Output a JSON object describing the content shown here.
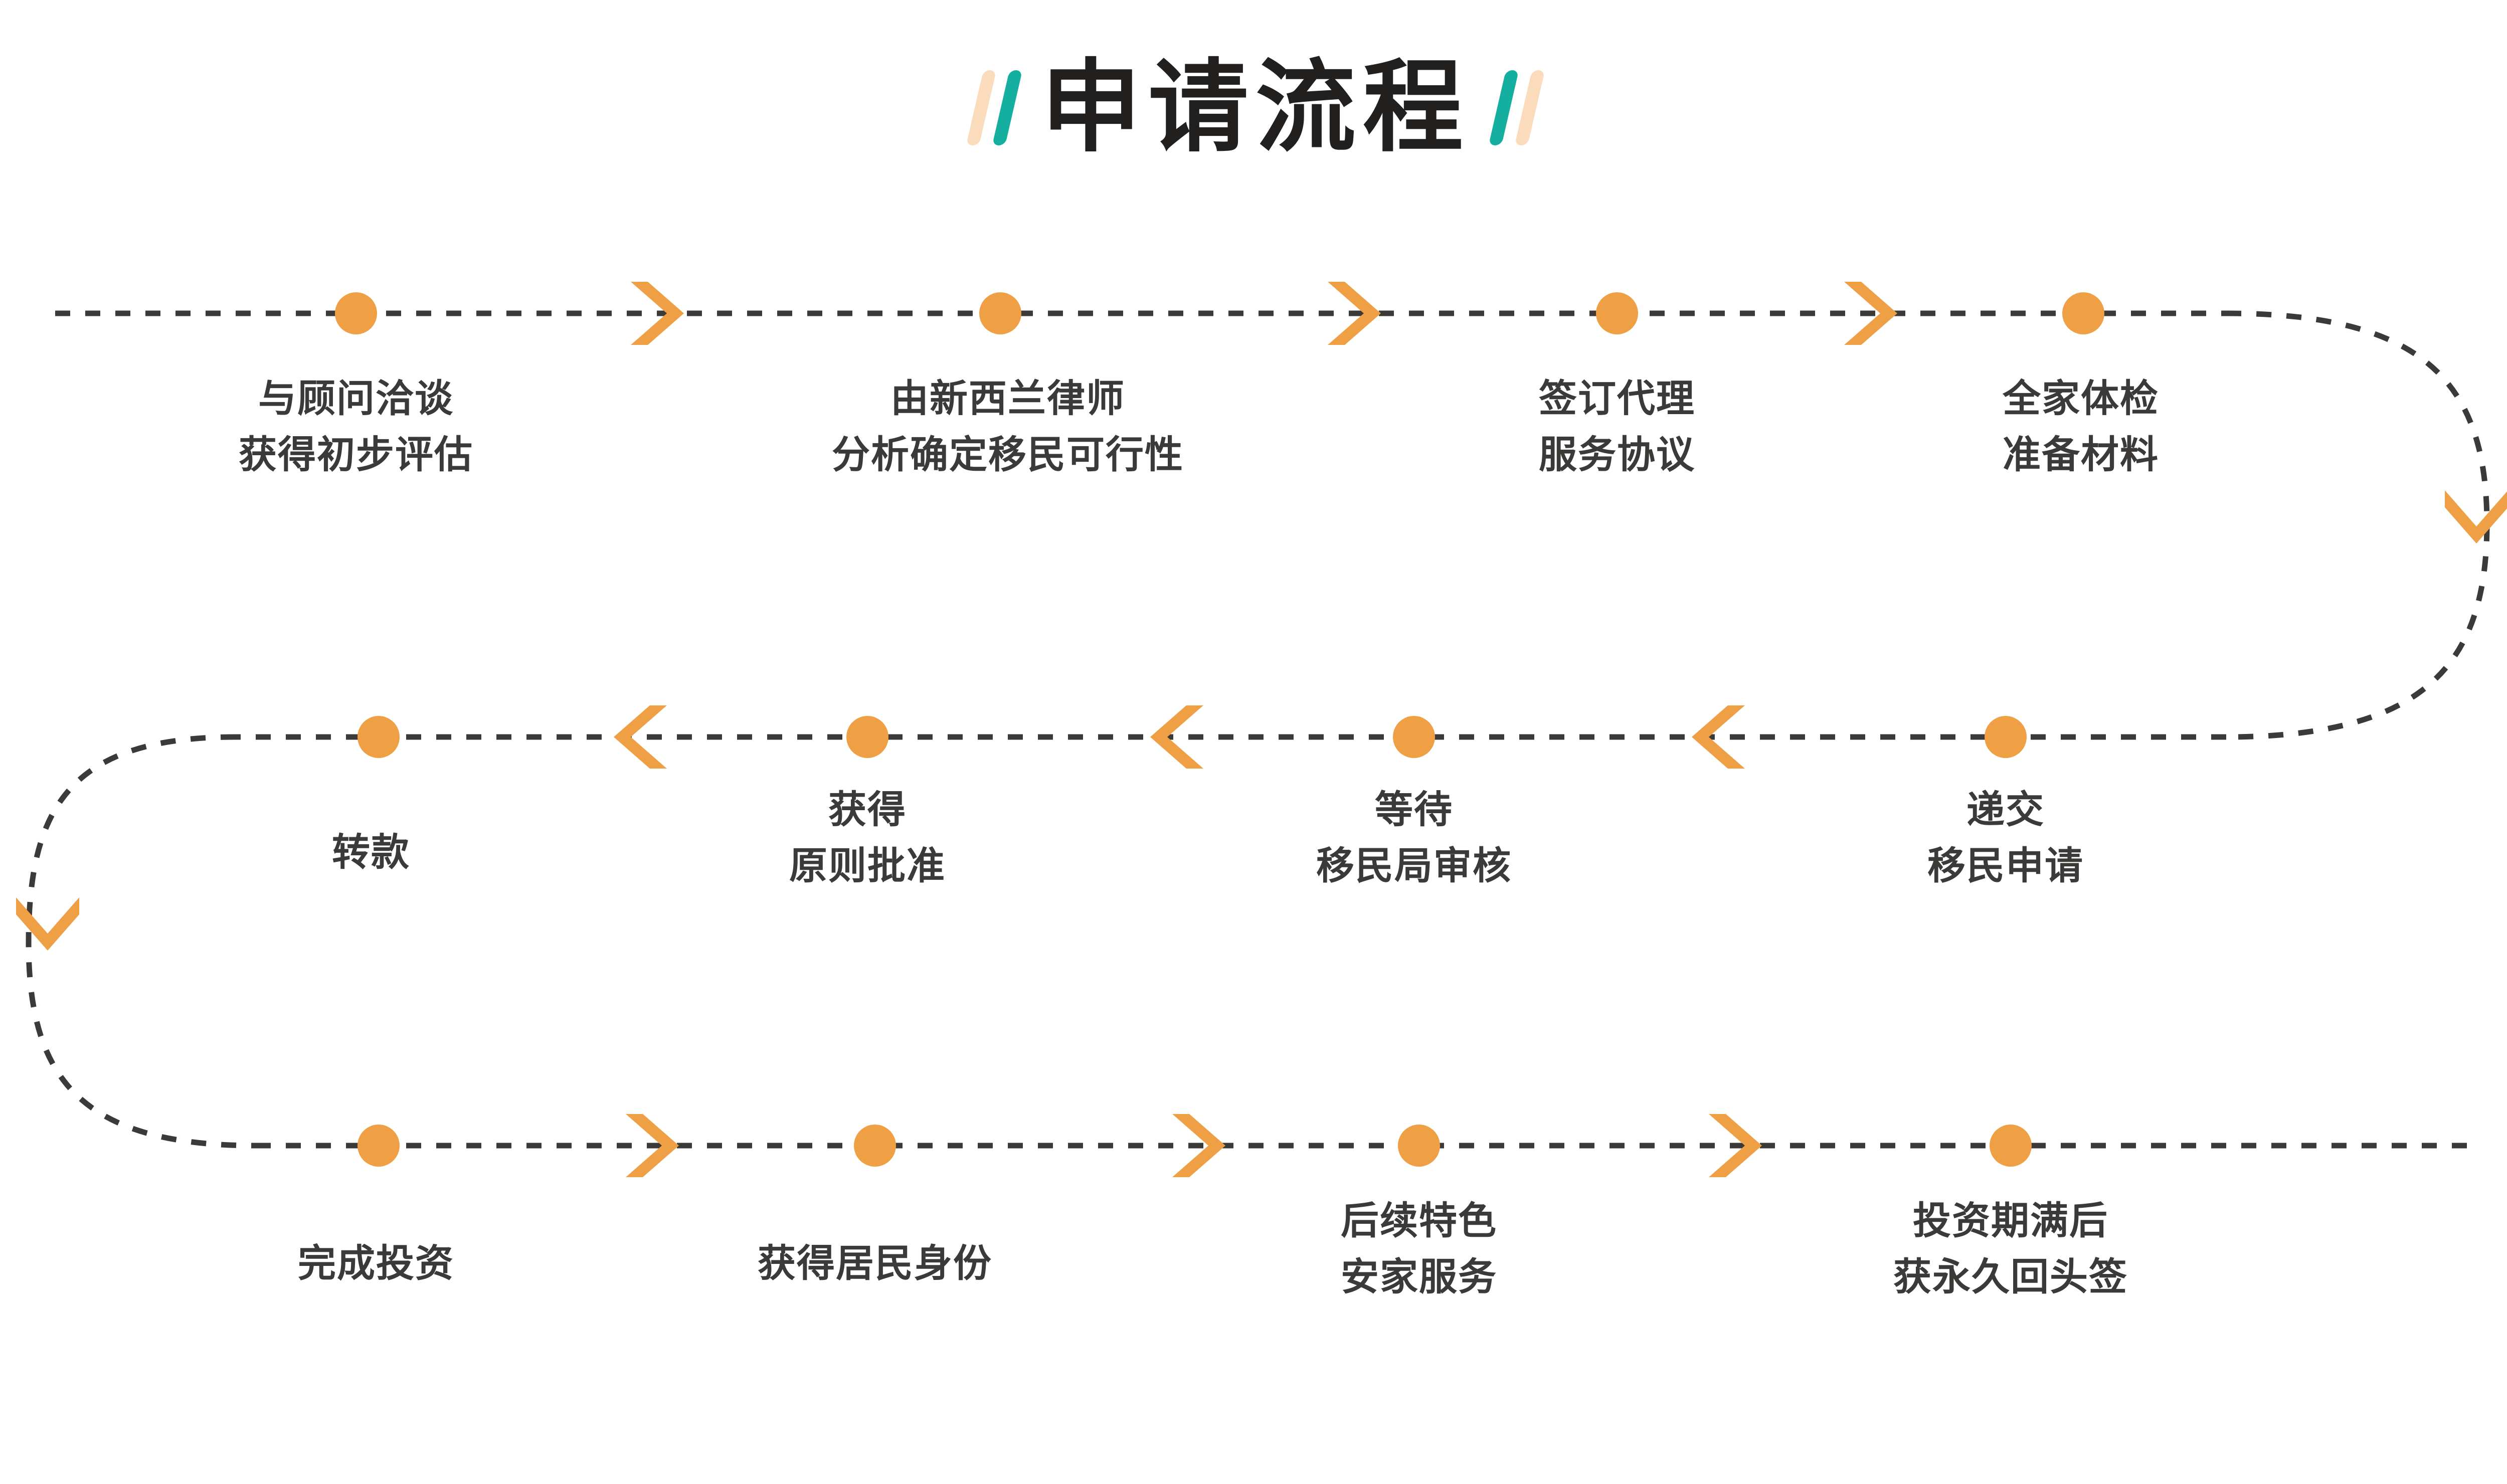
{
  "header": {
    "title": "申请流程",
    "decor_left": [
      "peach-slash",
      "teal-slash"
    ],
    "decor_right": [
      "teal-slash",
      "peach-slash"
    ]
  },
  "colors": {
    "accent_orange": "#EFA045",
    "text_dark": "#3B3A38",
    "title_dark": "#221F1F",
    "line_dark": "#3B3A38",
    "teal": "#15AFA0",
    "peach": "#FADCBC",
    "background": "#FFFFFF"
  },
  "flow": {
    "direction_row1": "left-to-right",
    "direction_row2": "right-to-left",
    "direction_row3": "left-to-right",
    "steps": [
      {
        "index": 1,
        "row": 1,
        "line1": "与顾问洽谈",
        "line2": "获得初步评估"
      },
      {
        "index": 2,
        "row": 1,
        "line1": "由新西兰律师",
        "line2": "分析确定移民可行性"
      },
      {
        "index": 3,
        "row": 1,
        "line1": "签订代理",
        "line2": "服务协议"
      },
      {
        "index": 4,
        "row": 1,
        "line1": "全家体检",
        "line2": "准备材料"
      },
      {
        "index": 5,
        "row": 2,
        "line1": "递交",
        "line2": "移民申请"
      },
      {
        "index": 6,
        "row": 2,
        "line1": "等待",
        "line2": "移民局审核"
      },
      {
        "index": 7,
        "row": 2,
        "line1": "获得",
        "line2": "原则批准"
      },
      {
        "index": 8,
        "row": 2,
        "line1": "转款",
        "line2": ""
      },
      {
        "index": 9,
        "row": 3,
        "line1": "完成投资",
        "line2": ""
      },
      {
        "index": 10,
        "row": 3,
        "line1": "获得居民身份",
        "line2": ""
      },
      {
        "index": 11,
        "row": 3,
        "line1": "后续特色",
        "line2": "安家服务"
      },
      {
        "index": 12,
        "row": 3,
        "line1": "投资期满后",
        "line2": "获永久回头签"
      }
    ],
    "labels": {
      "s1": "与顾问洽谈\n获得初步评估",
      "s2": "由新西兰律师\n分析确定移民可行性",
      "s3": "签订代理\n服务协议",
      "s4": "全家体检\n准备材料",
      "s5": "递交\n移民申请",
      "s6": "等待\n移民局审核",
      "s7": "获得\n原则批准",
      "s8": "转款",
      "s9": "完成投资",
      "s10": "获得居民身份",
      "s11": "后续特色\n安家服务",
      "s12": "投资期满后\n获永久回头签"
    }
  }
}
